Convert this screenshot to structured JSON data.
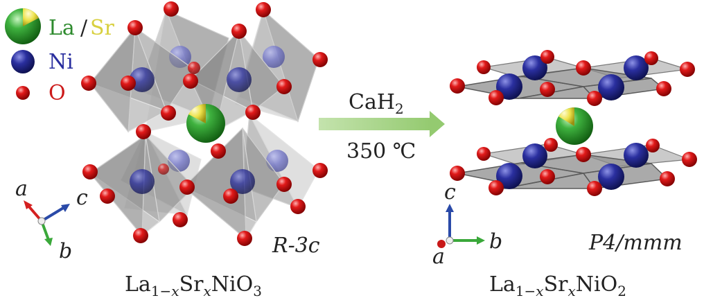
{
  "legend": {
    "la": "La",
    "slash": "/",
    "sr": "Sr",
    "ni": "Ni",
    "o": "O"
  },
  "reaction": {
    "reagent_main": "CaH",
    "reagent_sub": "2",
    "temperature": "350 ℃"
  },
  "left_structure": {
    "space_group": "R-3c",
    "formula": {
      "p1": "La",
      "s1": "1−",
      "s1_var": "x",
      "p2": "Sr",
      "s2_var": "x",
      "p3": "NiO",
      "s3": "3"
    },
    "axes": {
      "a": "a",
      "b": "b",
      "c": "c"
    }
  },
  "right_structure": {
    "space_group": "P4/mmm",
    "formula": {
      "p1": "La",
      "s1": "1−",
      "s1_var": "x",
      "p2": "Sr",
      "s2_var": "x",
      "p3": "NiO",
      "s3": "2"
    },
    "axes": {
      "a": "a",
      "b": "b",
      "c": "c"
    }
  },
  "colors": {
    "la_green": "#2f9e2f",
    "sr_yellow": "#e8e040",
    "ni_blue": "#2a2f8f",
    "o_red": "#d41c1c",
    "arrow_green": "#a8d38a",
    "axis_a": "#d42020",
    "axis_b": "#3aa83a",
    "axis_c": "#2a4aa8",
    "legend_la_text": "#2e8b2e",
    "legend_sr_text": "#d8d040",
    "legend_ni_text": "#2a2f9f",
    "legend_o_text": "#cc1a1a"
  }
}
